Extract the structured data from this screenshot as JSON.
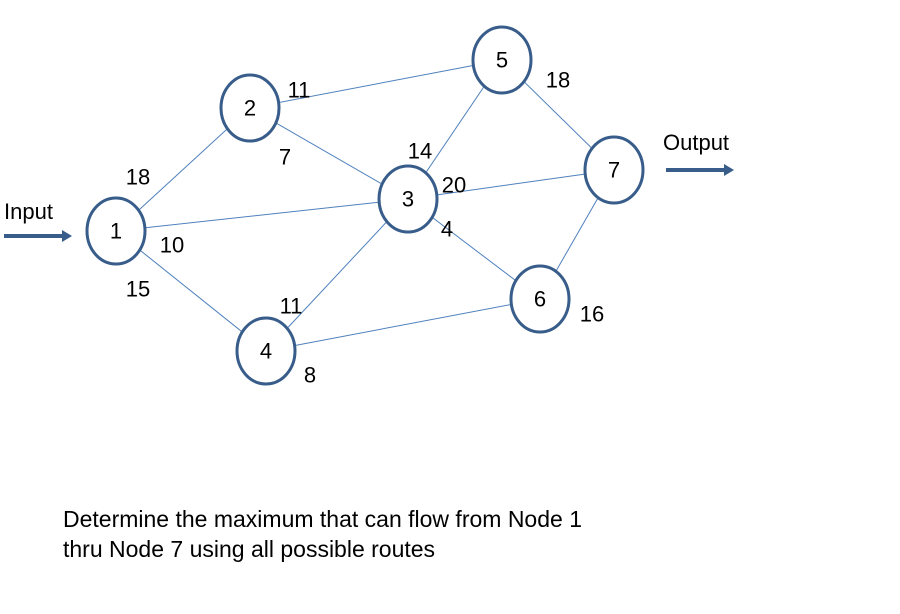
{
  "diagram": {
    "type": "network-flow-graph",
    "input_label": "Input",
    "output_label": "Output",
    "colors": {
      "edge": "#4f81bd",
      "node_border": "#385d8a",
      "arrow": "#385d8a"
    },
    "nodes": [
      {
        "id": "1",
        "label": "1"
      },
      {
        "id": "2",
        "label": "2"
      },
      {
        "id": "3",
        "label": "3"
      },
      {
        "id": "4",
        "label": "4"
      },
      {
        "id": "5",
        "label": "5"
      },
      {
        "id": "6",
        "label": "6"
      },
      {
        "id": "7",
        "label": "7"
      }
    ],
    "edges": [
      {
        "from": "1",
        "to": "2"
      },
      {
        "from": "1",
        "to": "3"
      },
      {
        "from": "1",
        "to": "4"
      },
      {
        "from": "2",
        "to": "5"
      },
      {
        "from": "2",
        "to": "3"
      },
      {
        "from": "3",
        "to": "5"
      },
      {
        "from": "3",
        "to": "7"
      },
      {
        "from": "3",
        "to": "6"
      },
      {
        "from": "4",
        "to": "3"
      },
      {
        "from": "4",
        "to": "6"
      },
      {
        "from": "5",
        "to": "7"
      },
      {
        "from": "6",
        "to": "7"
      }
    ],
    "capacity_labels": [
      "18",
      "10",
      "15",
      "11",
      "7",
      "14",
      "20",
      "4",
      "11",
      "8",
      "18",
      "16"
    ]
  },
  "question": {
    "line1": "Determine the maximum that can flow from Node 1",
    "line2": "thru Node 7 using all possible routes"
  }
}
